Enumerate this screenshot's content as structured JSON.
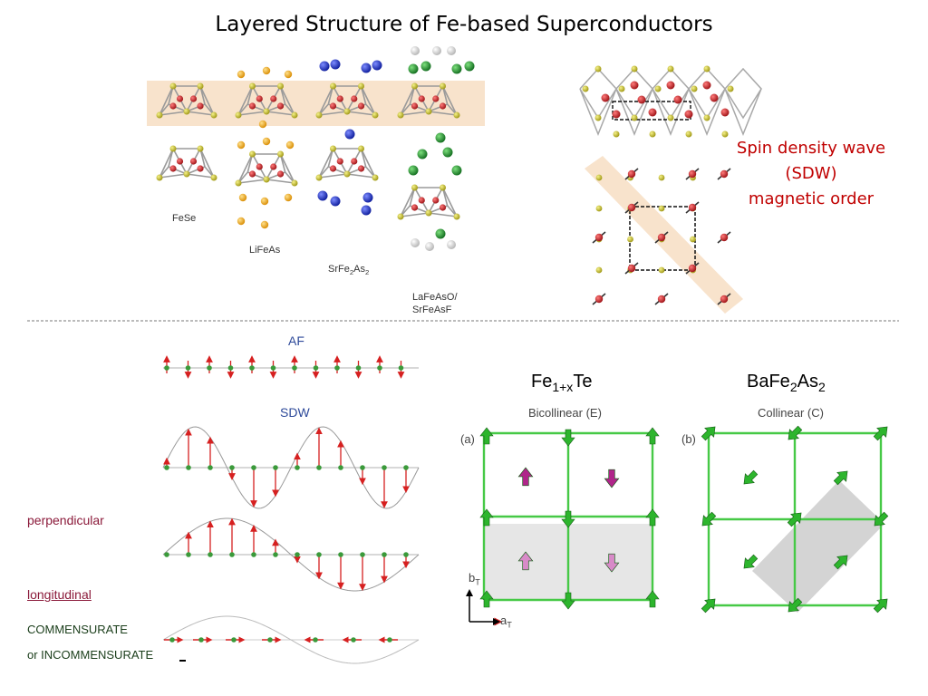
{
  "title": "Layered Structure of Fe-based Superconductors",
  "top_left": {
    "compounds": [
      "FeSe",
      "LiFeAs",
      "SrFe2As2",
      "LaFeAsO/",
      "SrFeAsF"
    ]
  },
  "top_right": {
    "sdw_note": [
      "Spin density wave",
      "(SDW)",
      "magnetic order"
    ]
  },
  "bottom_left": {
    "af_label": "AF",
    "sdw_label": "SDW",
    "perpendicular": "perpendicular",
    "longitudinal": "longitudinal",
    "commensurate": "COMMENSURATE",
    "incommensurate": "or INCOMMENSURATE"
  },
  "bottom_right": {
    "fe_te": {
      "base": "Fe",
      "sub": "1+x",
      "tail": "Te"
    },
    "bafe2as2": {
      "a": "BaFe",
      "s1": "2",
      "b": "As",
      "s2": "2"
    },
    "bicollinear": "Bicollinear (E)",
    "collinear": "Collinear (C)",
    "panel_a": "(a)",
    "panel_b": "(b)",
    "axis_b": "b",
    "axis_a": "a",
    "axis_sub": "T"
  },
  "colors": {
    "title": "#000000",
    "sdw_note": "#c00000",
    "af_blue": "#2e4a9a",
    "arrow_red": "#d62020",
    "atom_green": "#3a9a3a",
    "lattice_green": "#46c946",
    "fe_red": "#c0161c",
    "as_yellow": "#c9c225",
    "li_gold": "#f0b020",
    "sr_blue": "#1a2fbf",
    "la_green": "#1a8a2a",
    "o_white": "#dcdcdc"
  }
}
